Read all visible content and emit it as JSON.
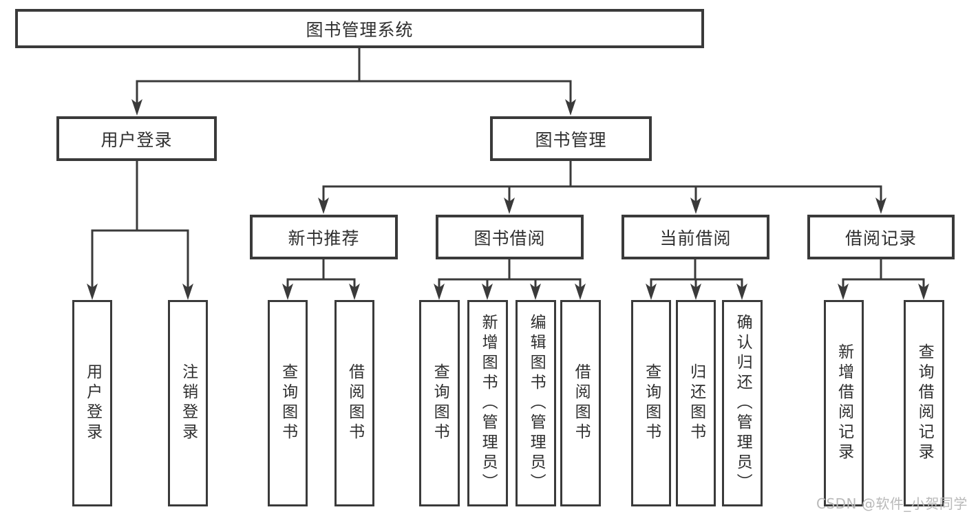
{
  "diagram": {
    "root": {
      "label": "图书管理系统"
    },
    "level2": [
      {
        "label": "用户登录"
      },
      {
        "label": "图书管理"
      }
    ],
    "level3": [
      {
        "label": "新书推荐"
      },
      {
        "label": "图书借阅"
      },
      {
        "label": "当前借阅"
      },
      {
        "label": "借阅记录"
      }
    ],
    "leaves": {
      "userLogin": [
        "用户登录",
        "注销登录"
      ],
      "newBookRecommend": [
        "查询图书",
        "借阅图书"
      ],
      "bookBorrow": [
        "查询图书",
        "新增图书（管理员）",
        "编辑图书（管理员）",
        "借阅图书"
      ],
      "currentBorrow": [
        "查询图书",
        "归还图书",
        "确认归还（管理员）"
      ],
      "borrowRecord": [
        "新增借阅记录",
        "查询借阅记录"
      ]
    },
    "watermark": "CSDN @软件_小贺同学",
    "colors": {
      "line": "#3a3a3a",
      "text": "#2f2f2f",
      "watermark": "#b9b9b9",
      "background": "#ffffff"
    }
  }
}
